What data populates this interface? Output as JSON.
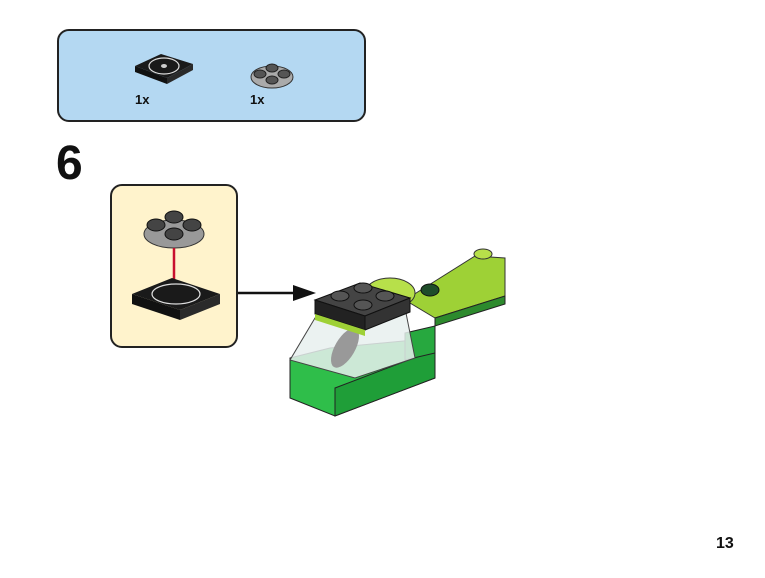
{
  "parts_list": {
    "background_color": "#b4d8f2",
    "items": [
      {
        "name": "turntable-base-2x2-black",
        "quantity": "1x"
      },
      {
        "name": "round-plate-2x2-gray",
        "quantity": "1x"
      }
    ]
  },
  "step": {
    "number": "6",
    "callout_color": "#fff3cc",
    "arrow_color": "#c8102e"
  },
  "page": {
    "number": "13"
  }
}
